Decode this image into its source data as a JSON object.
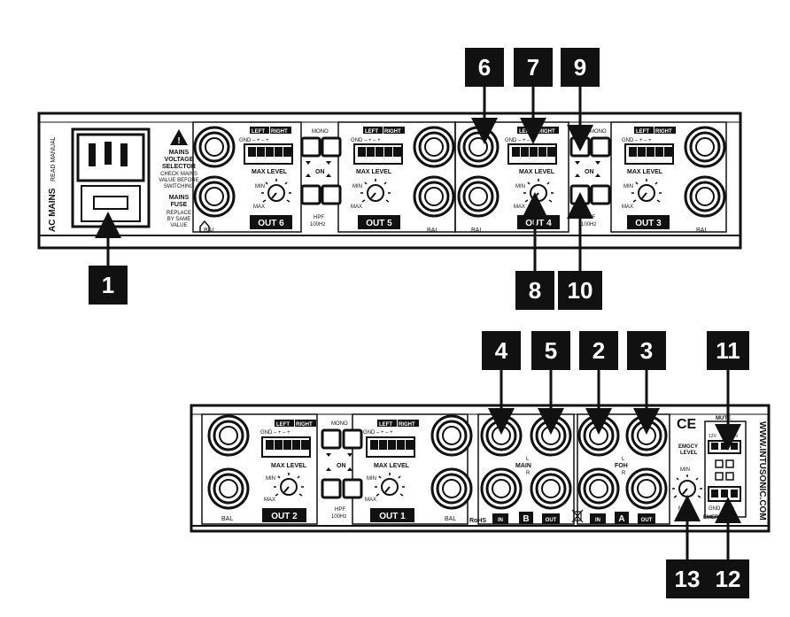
{
  "top_panel": {
    "ac_mains": "AC MAINS",
    "read_manual": "READ MANUAL",
    "mains_voltage_selector": [
      "MAINS",
      "VOLTAGE",
      "SELECTOR"
    ],
    "check_mains": [
      "CHECK MAINS",
      "VALUE BEFORE",
      "SWITCHING"
    ],
    "mains_fuse": [
      "MAINS",
      "FUSE"
    ],
    "replace": [
      "REPLACE",
      "BY SAME",
      "VALUE"
    ],
    "outputs": [
      {
        "name": "OUT 6"
      },
      {
        "name": "OUT 5"
      },
      {
        "name": "OUT 4"
      },
      {
        "name": "OUT 3"
      }
    ]
  },
  "bottom_panel": {
    "outputs": [
      {
        "name": "OUT 2"
      },
      {
        "name": "OUT 1"
      }
    ],
    "main": "MAIN",
    "foh": "FOH",
    "in": "IN",
    "out": "OUT",
    "b": "B",
    "a": "A",
    "rohs": "RoHS",
    "ce": "CE",
    "emgcy_level": [
      "EMGCY",
      "LEVEL"
    ],
    "mute": "MUTE",
    "v12": "12V",
    "en": "EN",
    "gnd": "GND",
    "plus": "+",
    "emergency": "EMERGENCY",
    "website": "WWW.INTUSONIC.COM"
  },
  "common": {
    "left": "LEFT",
    "right": "RIGHT",
    "gnd_pins": "GND –  +   –   +",
    "max_level": "MAX LEVEL",
    "min": "MIN",
    "max": "MAX",
    "bal": "BAL",
    "l": "L",
    "r": "R",
    "mono": "MONO",
    "on": "ON",
    "hpf": "HPF",
    "hz": "100Hz"
  },
  "callouts": [
    "1",
    "2",
    "3",
    "4",
    "5",
    "6",
    "7",
    "8",
    "9",
    "10",
    "11",
    "12",
    "13"
  ]
}
